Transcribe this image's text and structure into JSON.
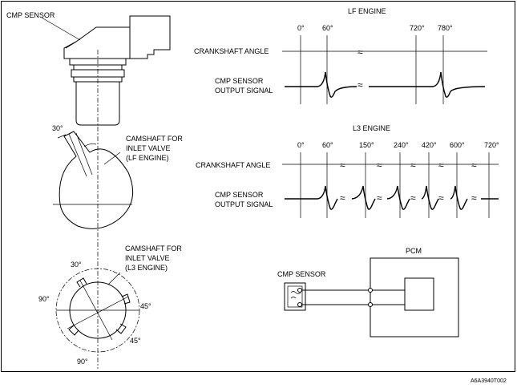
{
  "labels": {
    "cmp_sensor": "CMP SENSOR",
    "camshaft_lf": [
      "CAMSHAFT FOR",
      "INLET VALVE",
      "(LF ENGINE)"
    ],
    "camshaft_l3": [
      "CAMSHAFT FOR",
      "INLET VALVE",
      "(L3 ENGINE)"
    ],
    "angle_30_top": "30°",
    "angle_30_bottom": "30°",
    "angle_90_left": "90°",
    "angle_90_bottom": "90°",
    "angle_45_upper": "45°",
    "angle_45_lower": "45°"
  },
  "lf_engine": {
    "title": "LF ENGINE",
    "row1": "CRANKSHAFT ANGLE",
    "row2": [
      "CMP SENSOR",
      "OUTPUT SIGNAL"
    ],
    "degrees": [
      "0°",
      "60°",
      "720°",
      "780°"
    ]
  },
  "l3_engine": {
    "title": "L3 ENGINE",
    "row1": "CRANKSHAFT ANGLE",
    "row2": [
      "CMP SENSOR",
      "OUTPUT SIGNAL"
    ],
    "degrees": [
      "0°",
      "60°",
      "150°",
      "240°",
      "420°",
      "600°",
      "720°"
    ]
  },
  "circuit": {
    "sensor": "CMP SENSOR",
    "pcm": "PCM"
  },
  "figure_code": "A6A3940T002"
}
